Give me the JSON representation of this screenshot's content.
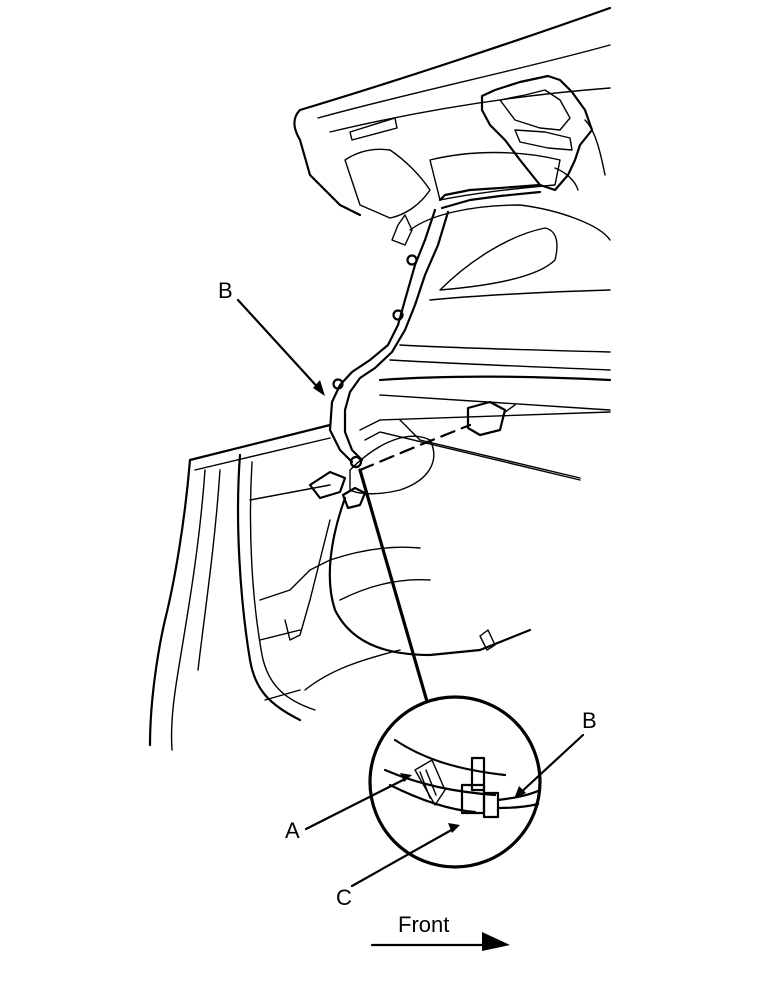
{
  "labels": {
    "b_main": "B",
    "b_detail": "B",
    "a": "A",
    "c": "C",
    "front": "Front"
  },
  "colors": {
    "ink": "#000000",
    "paper": "#ffffff"
  }
}
